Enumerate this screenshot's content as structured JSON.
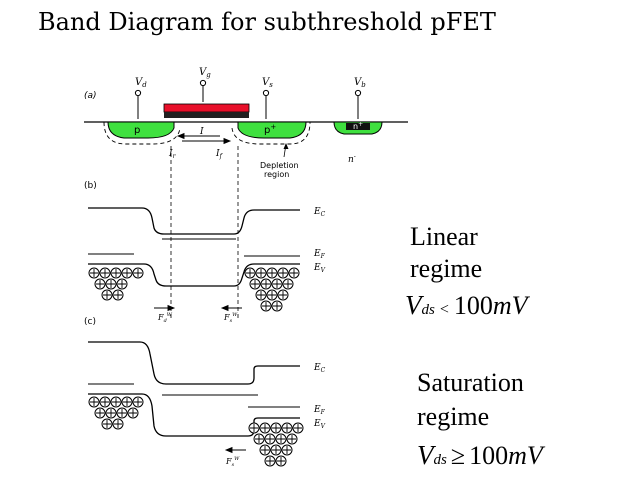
{
  "title": "Band Diagram for subthreshold pFET",
  "figure": {
    "panel_a": "(a)",
    "panel_b": "(b)",
    "panel_c": "(c)",
    "terminal_d": "V",
    "terminal_d_sub": "d",
    "terminal_g": "V",
    "terminal_g_sub": "g",
    "terminal_s": "V",
    "terminal_s_sub": "s",
    "terminal_b": "V",
    "terminal_b_sub": "b",
    "region_drain": "p",
    "region_source": "p",
    "region_well": "n",
    "substrate": "n",
    "current": "I",
    "current_left": "I",
    "current_left_sub": "r",
    "current_right": "I",
    "current_right_sub": "f",
    "depletion_1": "Depletion",
    "depletion_2": "region",
    "ec": "E",
    "ec_sub": "C",
    "ef": "E",
    "ef_sub": "F",
    "ev": "E",
    "ev_sub": "V",
    "flux_d": "F",
    "flux_d_sub": "d",
    "flux_s": "F",
    "flux_s_sub": "s",
    "flux_sup": "W",
    "hole_symbol": "+"
  },
  "linear": {
    "line1": "Linear",
    "line2": "regime",
    "v": "V",
    "sub": "ds",
    "op": "<",
    "value": "100",
    "unit": "mV"
  },
  "saturation": {
    "line1": "Saturation",
    "line2": "regime",
    "v": "V",
    "sub": "ds",
    "op": "≥",
    "value": "100",
    "unit": "mV"
  }
}
